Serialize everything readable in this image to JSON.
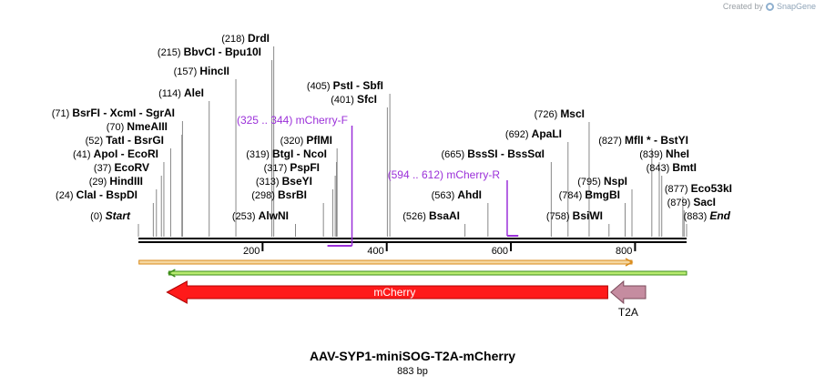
{
  "credit": {
    "text": "Created by",
    "brand": "SnapGene"
  },
  "sequence": {
    "name": "AAV-SYP1-miniSOG-T2A-mCherry",
    "length_label": "883 bp",
    "length": 883
  },
  "ruler": {
    "ticks": [
      "200",
      "400",
      "600",
      "800"
    ],
    "tick_values": [
      200,
      400,
      600,
      800
    ]
  },
  "site_labels": [
    {
      "pos": "(218)",
      "name": "DrdI",
      "bp": 218
    },
    {
      "pos": "(215)",
      "name": "BbvCI  -  Bpu10I",
      "bp": 215
    },
    {
      "pos": "(157)",
      "name": "HincII",
      "bp": 157
    },
    {
      "pos": "(114)",
      "name": "AleI",
      "bp": 114
    },
    {
      "pos": "(71)",
      "name": "BsrFI  -  XcmI  -  SgrAI",
      "bp": 71
    },
    {
      "pos": "(70)",
      "name": "NmeAIII",
      "bp": 70
    },
    {
      "pos": "(52)",
      "name": "TatI  -  BsrGI",
      "bp": 52
    },
    {
      "pos": "(41)",
      "name": "ApoI  -  EcoRI",
      "bp": 41
    },
    {
      "pos": "(37)",
      "name": "EcoRV",
      "bp": 37
    },
    {
      "pos": "(29)",
      "name": "HindIII",
      "bp": 29
    },
    {
      "pos": "(24)",
      "name": "ClaI  -  BspDI",
      "bp": 24
    },
    {
      "pos": "(0)",
      "name": "Start",
      "bp": 0,
      "italic": true
    },
    {
      "pos": "(405)",
      "name": "PstI  -  SbfI",
      "bp": 405
    },
    {
      "pos": "(401)",
      "name": "SfcI",
      "bp": 401
    },
    {
      "pos": "(320)",
      "name": "PflMI",
      "bp": 320
    },
    {
      "pos": "(319)",
      "name": "BtgI  -  NcoI",
      "bp": 319
    },
    {
      "pos": "(317)",
      "name": "PspFI",
      "bp": 317
    },
    {
      "pos": "(313)",
      "name": "BseYI",
      "bp": 313
    },
    {
      "pos": "(298)",
      "name": "BsrBI",
      "bp": 298
    },
    {
      "pos": "(253)",
      "name": "AlwNI",
      "bp": 253
    },
    {
      "pos": "(726)",
      "name": "MscI",
      "bp": 726
    },
    {
      "pos": "(692)",
      "name": "ApaLI",
      "bp": 692
    },
    {
      "pos": "(665)",
      "name": "BssSI  -  BssSαI",
      "bp": 665
    },
    {
      "pos": "(563)",
      "name": "AhdI",
      "bp": 563
    },
    {
      "pos": "(526)",
      "name": "BsaAI",
      "bp": 526
    },
    {
      "pos": "(795)",
      "name": "NspI",
      "bp": 795
    },
    {
      "pos": "(784)",
      "name": "BmgBI",
      "bp": 784
    },
    {
      "pos": "(758)",
      "name": "BsiWI",
      "bp": 758
    },
    {
      "pos": "(827)",
      "name": "MflI *  -  BstYI",
      "bp": 827
    },
    {
      "pos": "(839)",
      "name": "NheI",
      "bp": 839
    },
    {
      "pos": "(843)",
      "name": "BmtI",
      "bp": 843
    },
    {
      "pos": "(877)",
      "name": "Eco53kI",
      "bp": 877
    },
    {
      "pos": "(879)",
      "name": "SacI",
      "bp": 879
    },
    {
      "pos": "(883)",
      "name": "End",
      "bp": 883,
      "italic": true
    }
  ],
  "primers": [
    {
      "range": "(325 .. 344)",
      "name": "mCherry-F",
      "start": 325,
      "end": 344,
      "direction": "forward",
      "color": "#9b30d9"
    },
    {
      "range": "(594 .. 612)",
      "name": "mCherry-R",
      "start": 594,
      "end": 612,
      "direction": "reverse",
      "color": "#9b30d9"
    }
  ],
  "tracks": [
    {
      "name": "orange-orf",
      "start": 1,
      "end": 795,
      "direction": "forward",
      "fill": "#f5d7a0",
      "stroke": "#d98b1c"
    },
    {
      "name": "green-orf",
      "start": 49,
      "end": 883,
      "direction": "reverse",
      "fill": "#b8ea70",
      "stroke": "#3e8e1a"
    }
  ],
  "features": [
    {
      "label": "mCherry",
      "start": 46,
      "end": 756,
      "direction": "reverse",
      "color": "#ff1a1a",
      "stroke": "#b00000",
      "label_inside": true
    },
    {
      "label": "T2A",
      "start": 761,
      "end": 817,
      "direction": "reverse",
      "color": "#c58ca0",
      "stroke": "#7a4a5a",
      "label_inside": false
    }
  ]
}
